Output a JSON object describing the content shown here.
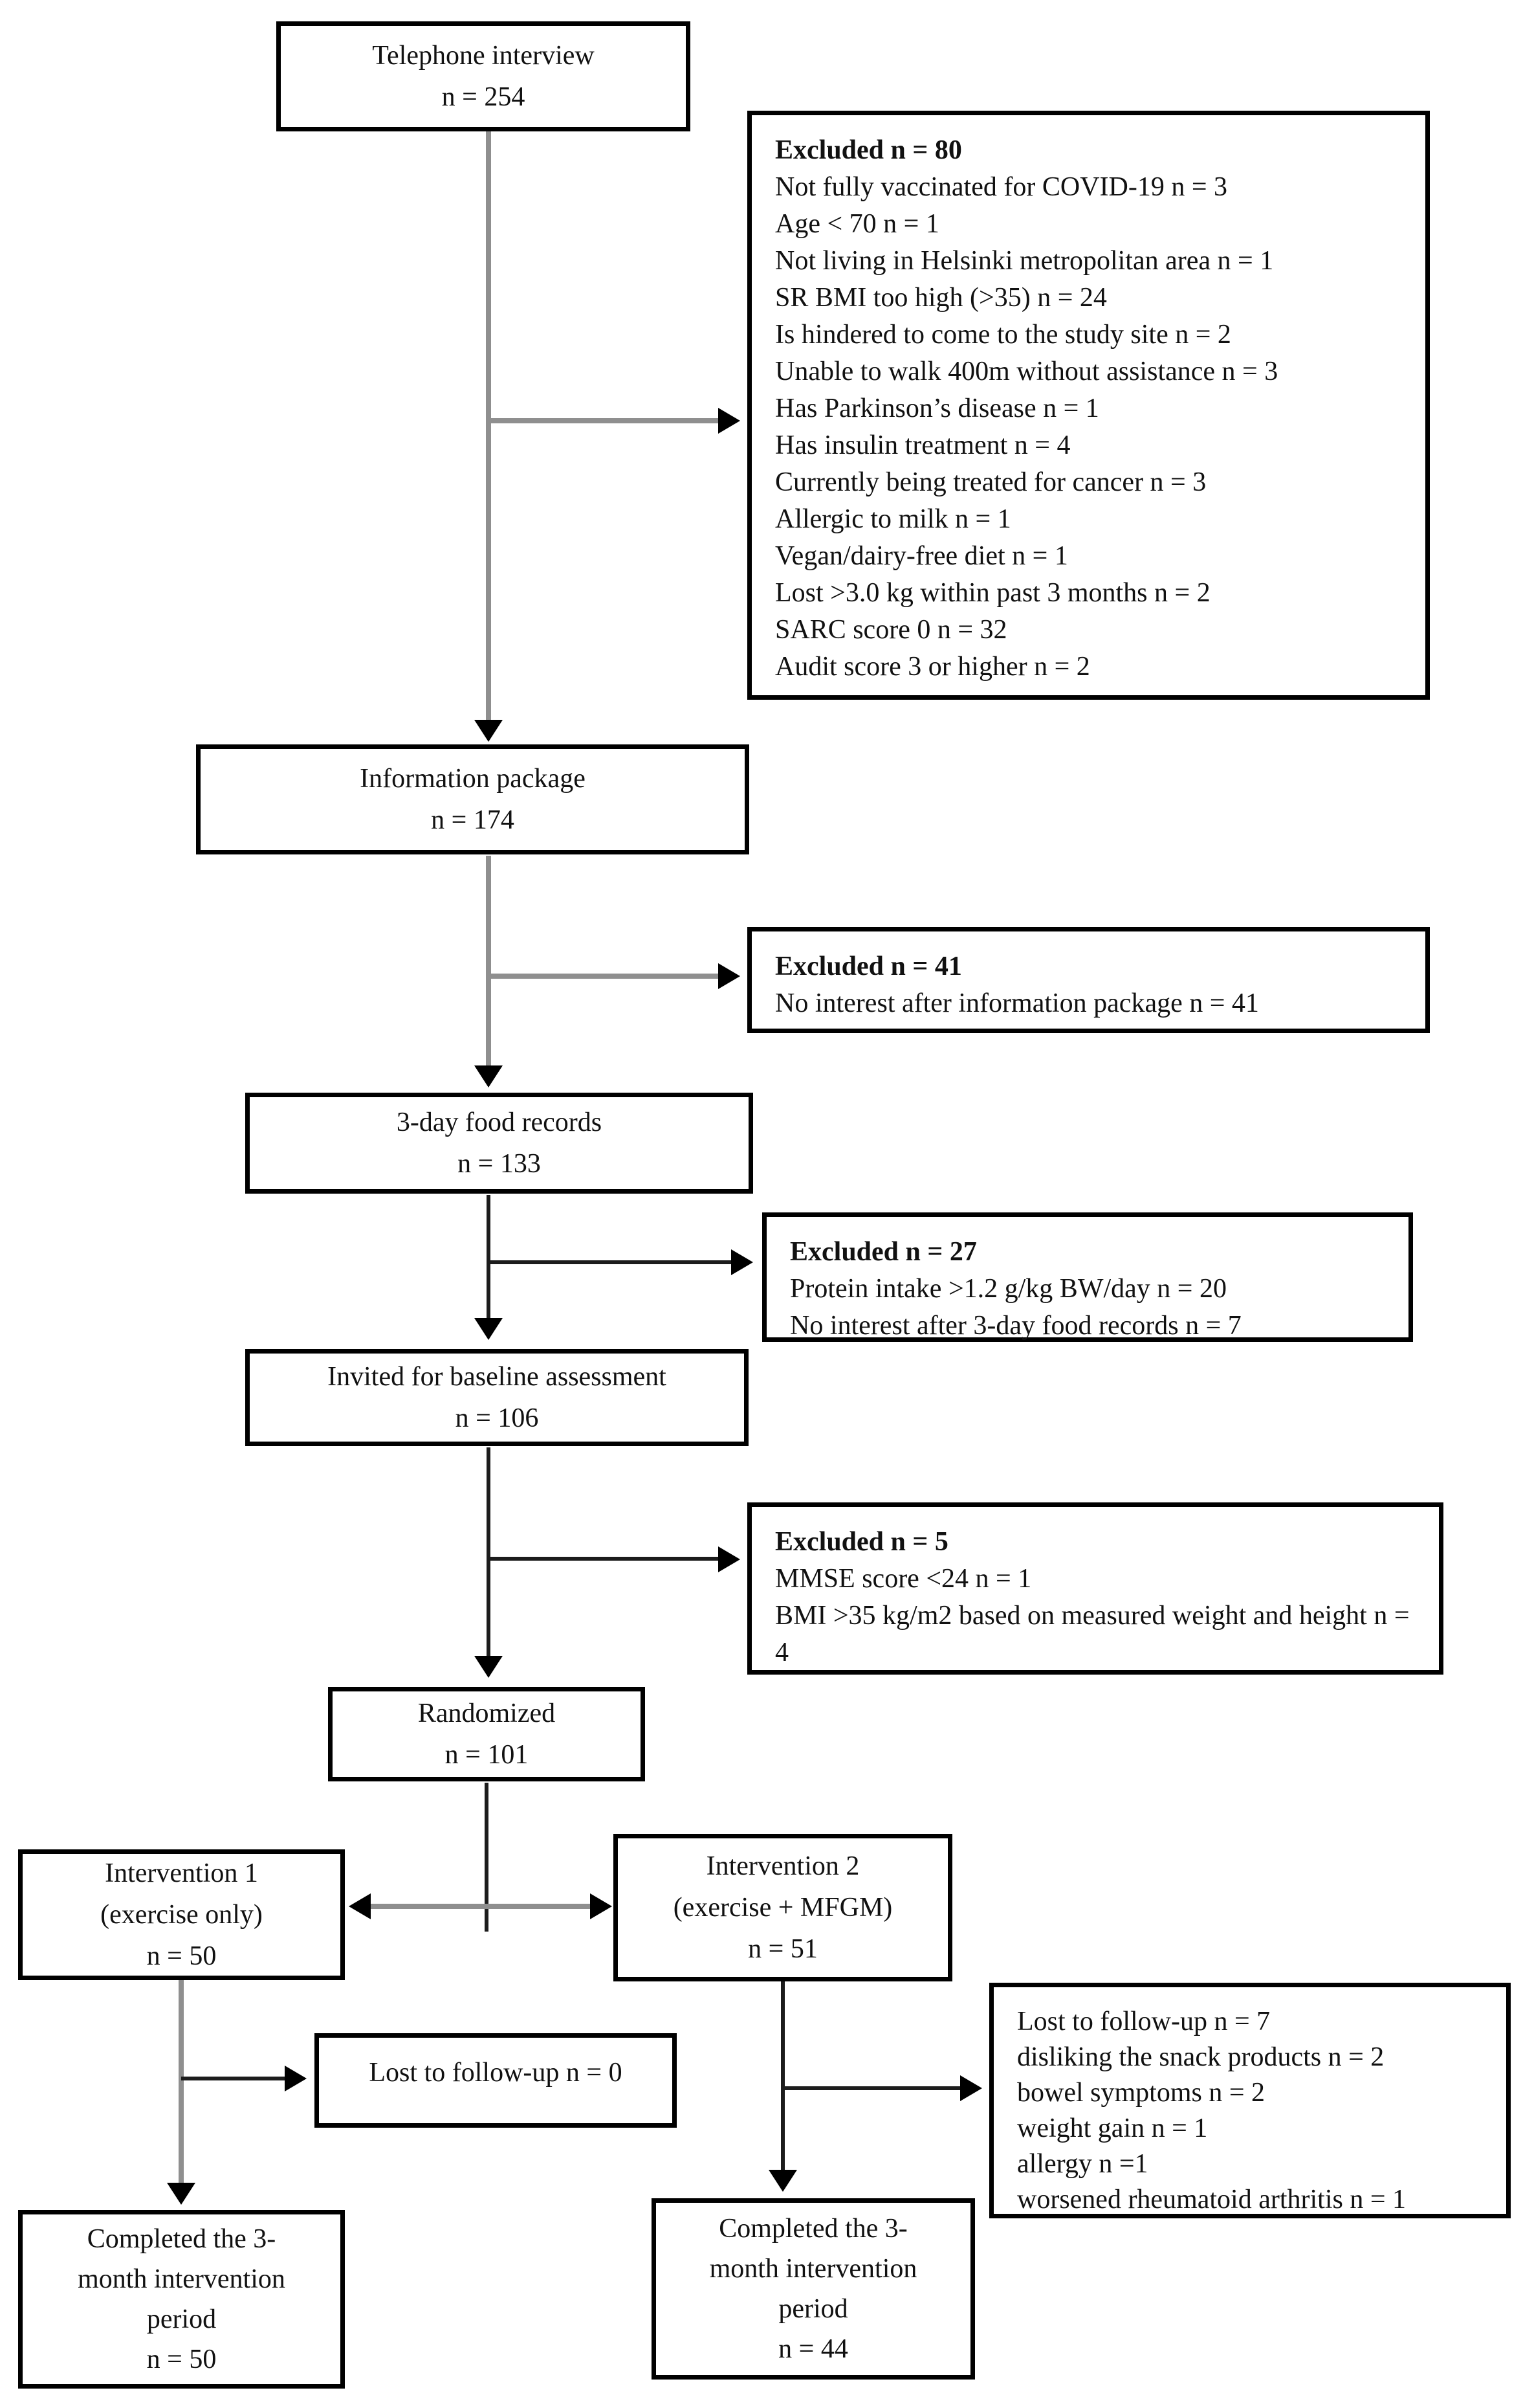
{
  "diagram": {
    "type": "consort-flow-diagram",
    "colors": {
      "background": "#ffffff",
      "box_border": "#000000",
      "text": "#111111",
      "line": "#8f8f8f",
      "arrowhead": "#000000"
    },
    "boxes": {
      "telephone": {
        "title": "Telephone interview",
        "n": "n = 254"
      },
      "excluded80": {
        "header": "Excluded n = 80",
        "items": [
          "Not fully vaccinated for COVID-19 n = 3",
          "Age < 70 n = 1",
          "Not living in Helsinki metropolitan area n = 1",
          "SR BMI too high (>35) n = 24",
          "Is hindered to come to the study site n = 2",
          "Unable to walk 400m without assistance n = 3",
          "Has Parkinson’s disease n = 1",
          "Has insulin treatment n = 4",
          "Currently being treated for cancer n = 3",
          "Allergic to milk n = 1",
          "Vegan/dairy-free diet n = 1",
          "Lost >3.0 kg within past 3 months n = 2",
          "SARC score 0 n = 32",
          "Audit score 3 or higher n = 2"
        ]
      },
      "info_package": {
        "title": "Information package",
        "n": "n = 174"
      },
      "excluded41": {
        "header": "Excluded n = 41",
        "items": [
          "No interest after information package n = 41"
        ]
      },
      "food_records": {
        "title": "3-day food records",
        "n": "n = 133"
      },
      "excluded27": {
        "header": "Excluded n = 27",
        "items": [
          "Protein intake >1.2 g/kg BW/day n = 20",
          "No interest after 3-day food records n = 7"
        ]
      },
      "baseline": {
        "title": "Invited for baseline assessment",
        "n": "n = 106"
      },
      "excluded5": {
        "header": "Excluded n = 5",
        "items": [
          "MMSE score <24 n = 1",
          "BMI >35 kg/m2 based on measured weight and height n = 4"
        ]
      },
      "randomized": {
        "title": "Randomized",
        "n": "n = 101"
      },
      "intervention1": {
        "title": "Intervention 1",
        "subtitle": "(exercise only)",
        "n": "n = 50"
      },
      "intervention2": {
        "title": "Intervention 2",
        "subtitle": "(exercise + MFGM)",
        "n": "n = 51"
      },
      "lost0": {
        "title": "Lost to follow-up n = 0"
      },
      "lost7": {
        "header": "Lost to follow-up n = 7",
        "items": [
          "disliking the snack products n = 2",
          "bowel symptoms n = 2",
          "weight gain n = 1",
          "allergy n =1",
          "worsened rheumatoid arthritis n = 1"
        ]
      },
      "completed1": {
        "lines": [
          "Completed the 3-",
          "month intervention",
          "period",
          "n = 50"
        ]
      },
      "completed2": {
        "lines": [
          "Completed the 3-",
          "month intervention",
          "period",
          "n = 44"
        ]
      }
    }
  }
}
